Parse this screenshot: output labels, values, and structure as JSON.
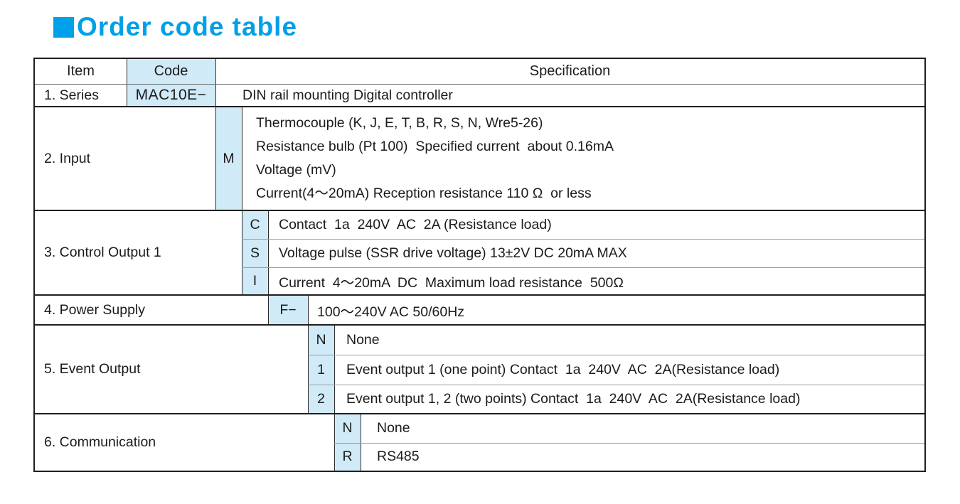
{
  "title": {
    "text": "Order code table",
    "accent_color": "#00a0e9"
  },
  "colors": {
    "code_cell_bg": "#d0eaf7",
    "border_dark": "#1f1f1f",
    "border_light": "#9a9a9a"
  },
  "header": {
    "item": "Item",
    "code": "Code",
    "specification": "Specification"
  },
  "sections": {
    "series": {
      "label": "1. Series",
      "code": "MAC10E−",
      "spec": "DIN rail mounting Digital controller"
    },
    "input": {
      "label": "2. Input",
      "code": "M",
      "specs": [
        "Thermocouple (K, J, E, T, B, R, S, N, Wre5-26)",
        "Resistance bulb (Pt 100)  Specified current  about 0.16mA",
        "Voltage (mV)",
        "Current(4〜20mA) Reception resistance 110 Ω  or less"
      ]
    },
    "control_output1": {
      "label": "3. Control Output 1",
      "options": [
        {
          "code": "C",
          "spec": "Contact  1a  240V  AC  2A (Resistance load)"
        },
        {
          "code": "S",
          "spec": "Voltage pulse (SSR drive voltage) 13±2V DC 20mA MAX"
        },
        {
          "code": "I",
          "spec": "Current  4〜20mA  DC  Maximum load resistance  500Ω"
        }
      ]
    },
    "power_supply": {
      "label": "4. Power Supply",
      "code": "F−",
      "spec": "100〜240V AC 50/60Hz"
    },
    "event_output": {
      "label": "5. Event Output",
      "options": [
        {
          "code": "N",
          "spec": "None"
        },
        {
          "code": "1",
          "spec": "Event output 1 (one point) Contact  1a  240V  AC  2A(Resistance load)"
        },
        {
          "code": "2",
          "spec": "Event output 1, 2 (two points) Contact  1a  240V  AC  2A(Resistance load)"
        }
      ]
    },
    "communication": {
      "label": "6. Communication",
      "options": [
        {
          "code": "N",
          "spec": "None"
        },
        {
          "code": "R",
          "spec": "RS485"
        }
      ]
    }
  }
}
